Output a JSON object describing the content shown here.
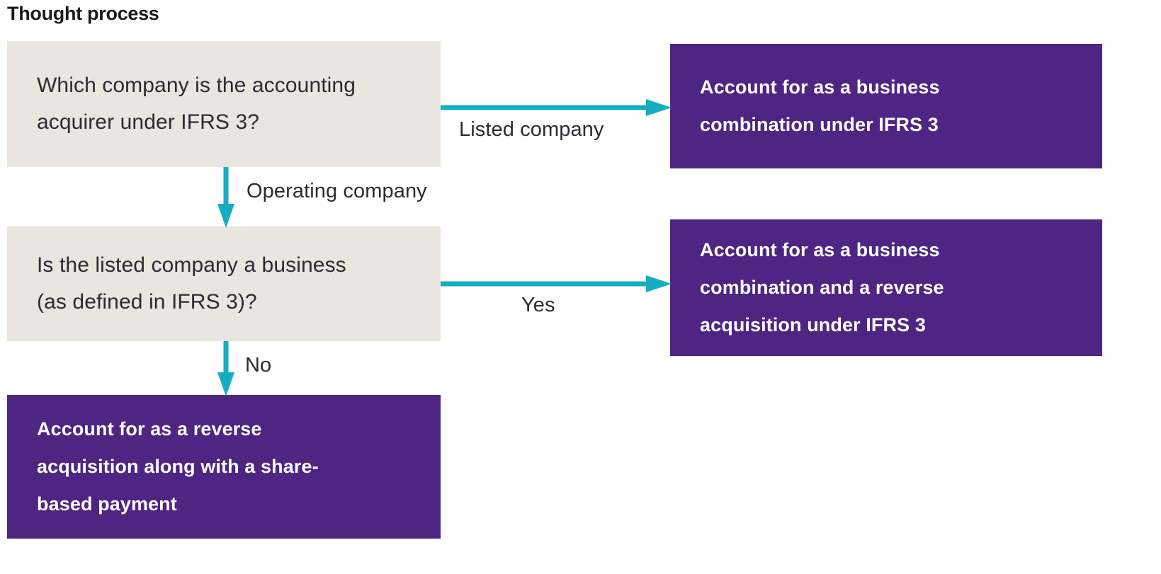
{
  "page": {
    "title": "Thought process",
    "background": "#ffffff"
  },
  "colors": {
    "question_box": "#e9e5df",
    "outcome_box": "#4e2583",
    "arrow": "#16aebf",
    "text_dark": "#2b2b33",
    "text_light": "#ffffff",
    "title": "#1a1a1a"
  },
  "diagram": {
    "type": "flowchart",
    "nodes": [
      {
        "id": "q1",
        "kind": "question",
        "lines": [
          "Which company is the accounting",
          "acquirer under IFRS 3?"
        ]
      },
      {
        "id": "q2",
        "kind": "question",
        "lines": [
          "Is the listed company a business",
          "(as defined in IFRS 3)?"
        ]
      },
      {
        "id": "o1",
        "kind": "outcome",
        "lines": [
          "Account for as a business",
          "combination under IFRS 3"
        ]
      },
      {
        "id": "o2",
        "kind": "outcome",
        "lines": [
          "Account for as a business",
          "combination and a reverse",
          "acquisition under IFRS 3"
        ]
      },
      {
        "id": "o3",
        "kind": "outcome",
        "lines": [
          "Account for as a reverse",
          "acquisition along with a share-",
          "based payment"
        ]
      }
    ],
    "edges": [
      {
        "id": "listed",
        "from": "q1",
        "to": "o1",
        "label": "Listed company",
        "direction": "right"
      },
      {
        "id": "operating",
        "from": "q1",
        "to": "q2",
        "label": "Operating company",
        "direction": "down"
      },
      {
        "id": "yes",
        "from": "q2",
        "to": "o2",
        "label": "Yes",
        "direction": "right"
      },
      {
        "id": "no",
        "from": "q2",
        "to": "o3",
        "label": "No",
        "direction": "down"
      }
    ]
  }
}
